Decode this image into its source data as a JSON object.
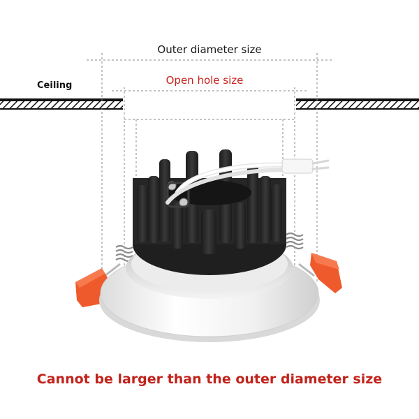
{
  "dimensions": {
    "outer_label": "Outer diameter size",
    "hole_label": "Open hole size"
  },
  "ceiling": {
    "label": "Ceiling"
  },
  "caption": {
    "text": "Cannot be larger than the outer diameter size"
  },
  "colors": {
    "accent_red": "#c8221c",
    "dimension_gray": "#9a9a9a",
    "heatsink_black": "#262626",
    "housing_white": "#f4f4f4",
    "spring_clip_orange": "#ef5a2c"
  },
  "icons": [
    "downlight-heatsink",
    "spring-clip",
    "ceiling-hatch",
    "power-cable"
  ]
}
